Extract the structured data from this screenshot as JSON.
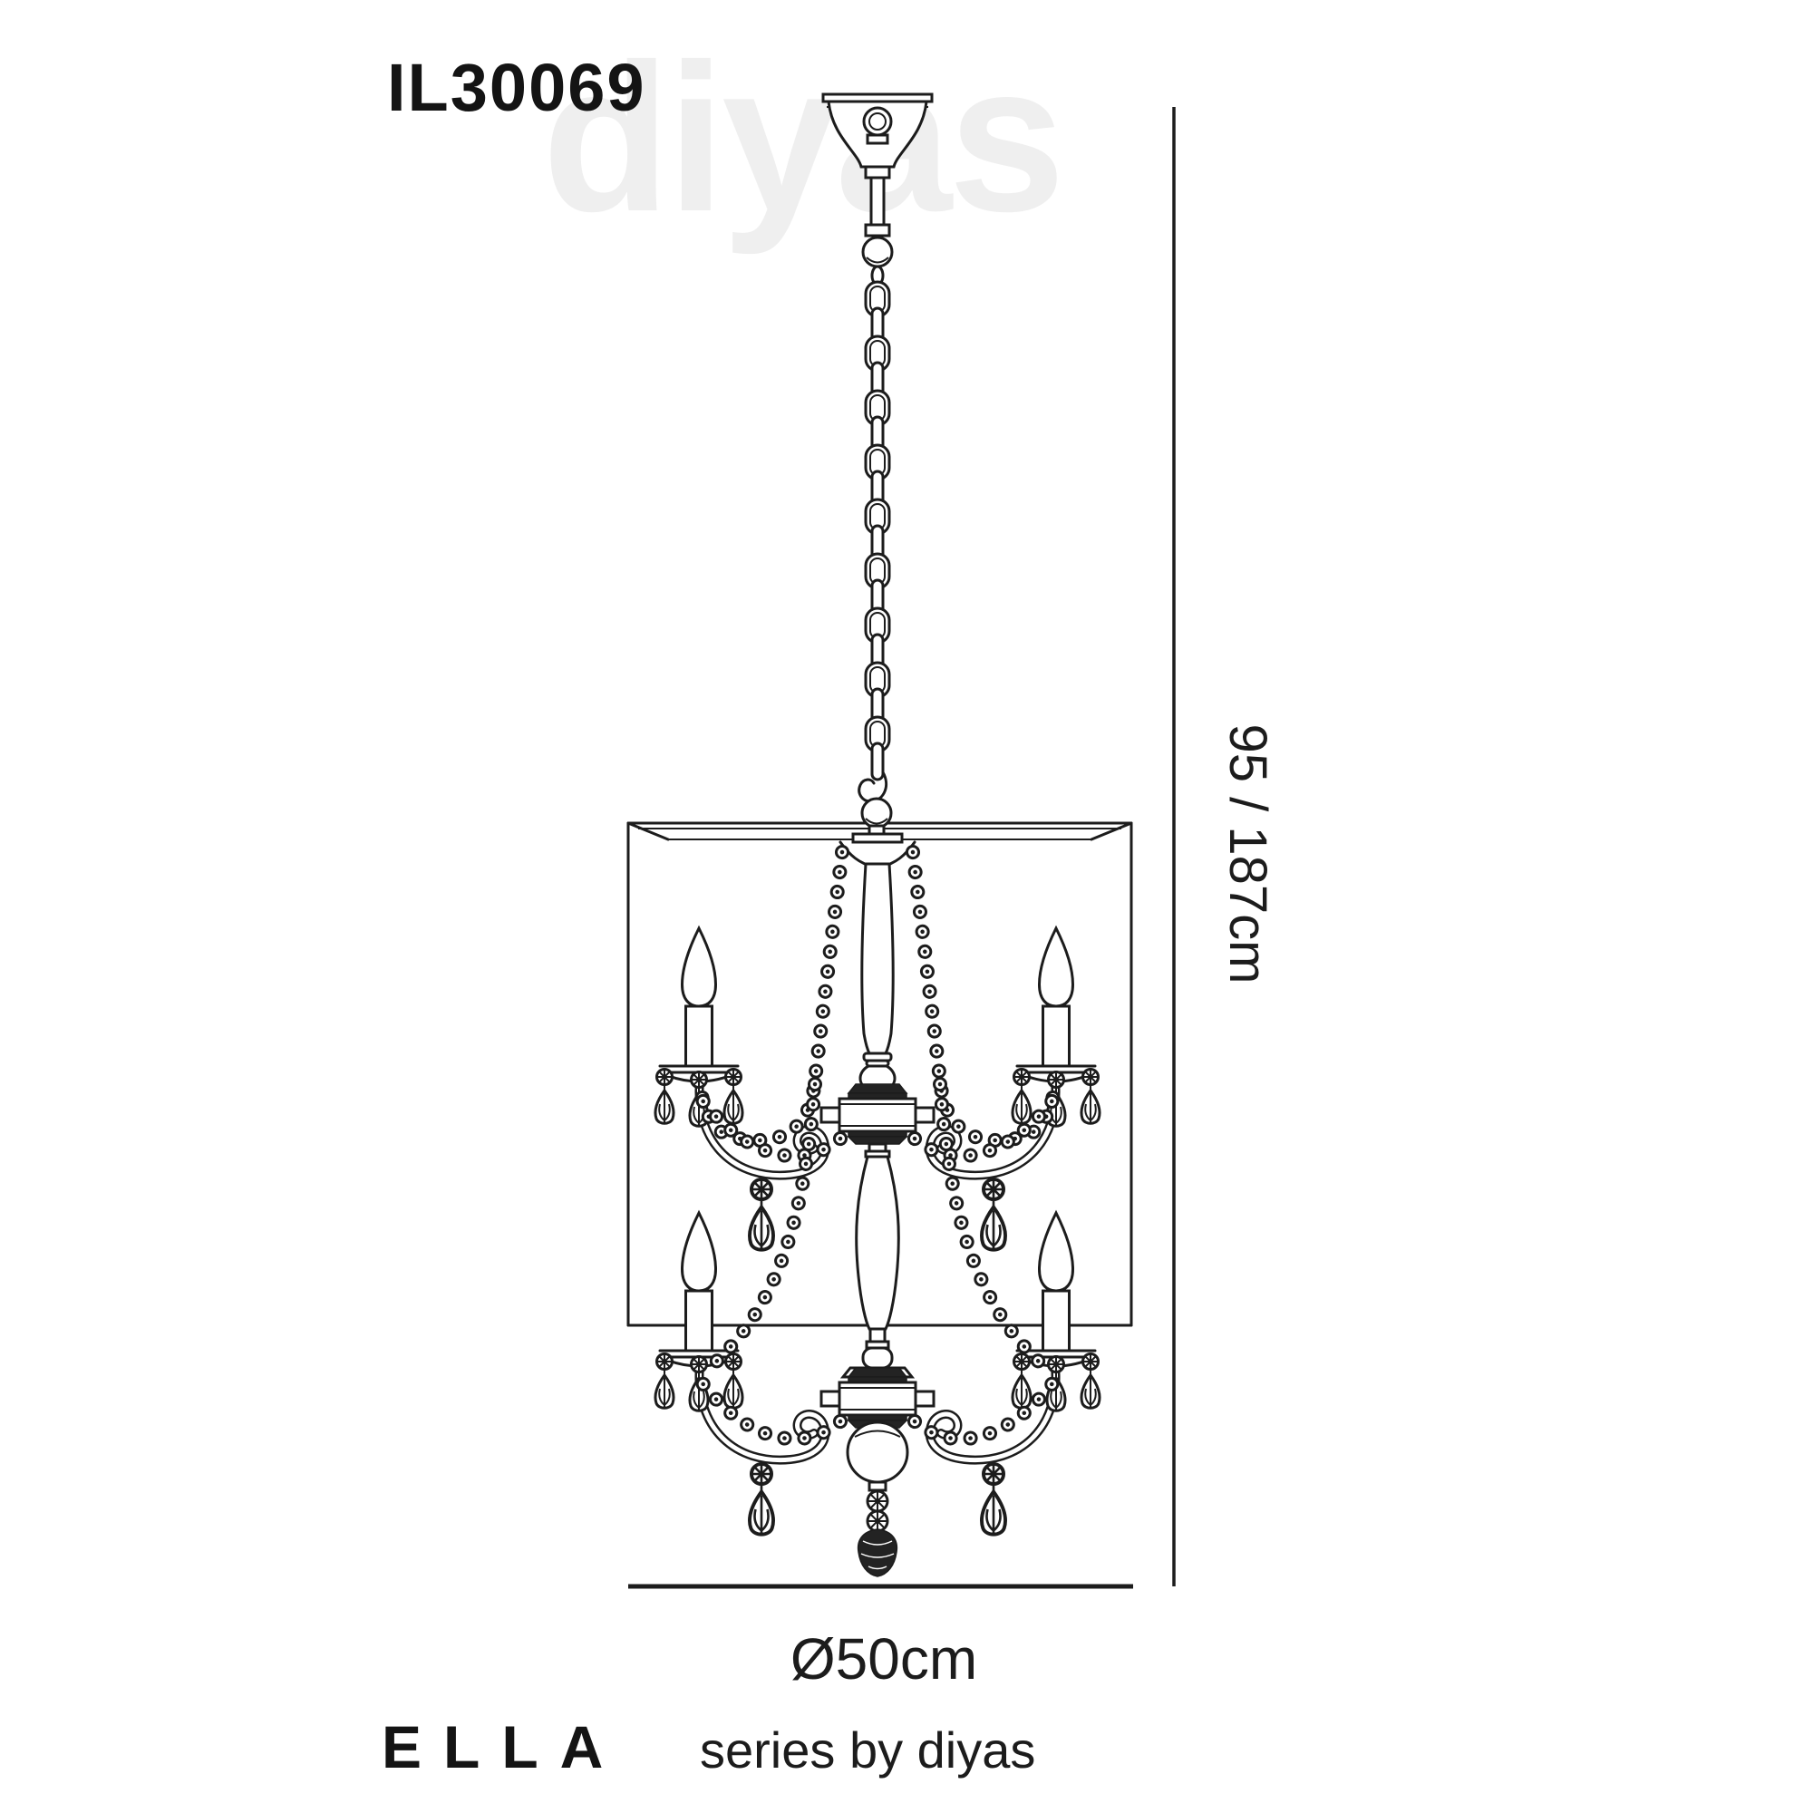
{
  "page": {
    "background_color": "#ffffff",
    "line_color": "#1c1c1c",
    "watermark_color": "#efefef"
  },
  "header": {
    "product_code": "IL30069",
    "watermark": "diyas"
  },
  "dimensions": {
    "height_label": "95 / 187cm",
    "diameter_label": "Ø50cm"
  },
  "footer": {
    "series_name": "ELLA",
    "series_tagline": "series by diyas"
  },
  "figure": {
    "parts": [
      "ceiling-canopy",
      "hanging-ring",
      "suspension-rod",
      "suspension-chain",
      "chain-hook",
      "shade-top-plate",
      "square-drum-shade",
      "centre-column",
      "upper-hub",
      "lower-hub",
      "candle-arms",
      "candle-bulbs",
      "bobeches",
      "crystal-drops",
      "crystal-bead-strands",
      "glass-sphere",
      "faceted-finial-ball"
    ]
  }
}
